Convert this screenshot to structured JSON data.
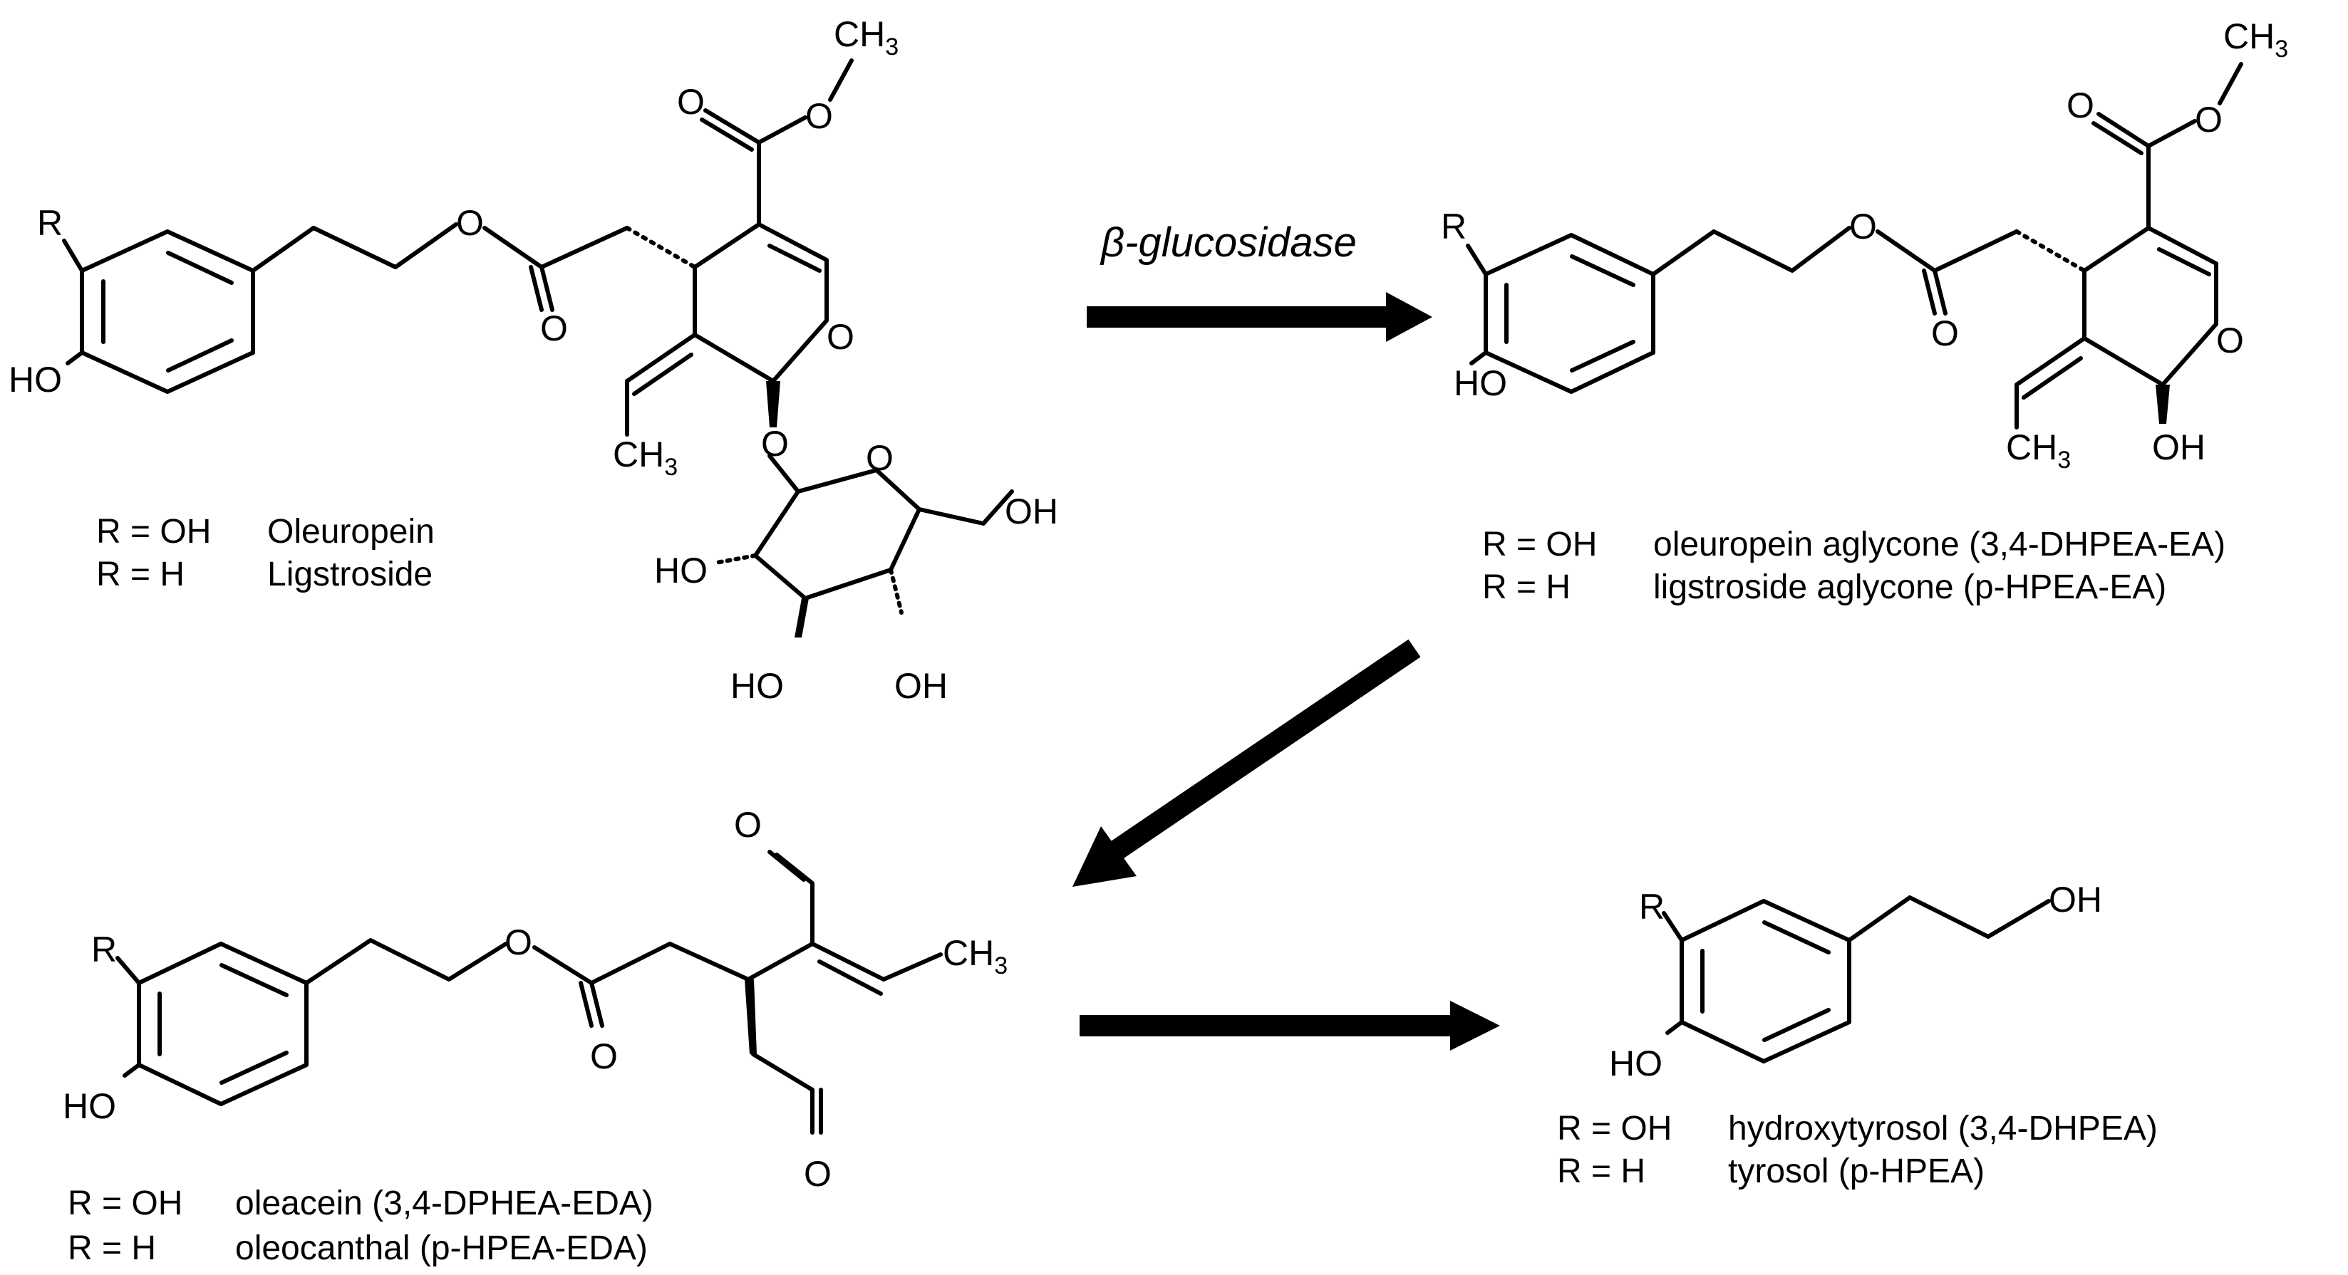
{
  "enzyme": "β-glucosidase",
  "atoms": {
    "R": "R",
    "HO": "HO",
    "OH": "OH",
    "O": "O",
    "C": "C",
    "CH": "CH",
    "H": "H",
    "sub3": "3"
  },
  "compounds": {
    "secoiridoid_glucoside": {
      "rows": [
        {
          "r": "R = OH",
          "name": "Oleuropein"
        },
        {
          "r": "R = H",
          "name": "Ligstroside"
        }
      ]
    },
    "aglycone": {
      "rows": [
        {
          "r": "R = OH",
          "name": "oleuropein aglycone (3,4-DHPEA-EA)"
        },
        {
          "r": "R = H",
          "name": "ligstroside aglycone (p-HPEA-EA)"
        }
      ]
    },
    "dialdehyde": {
      "rows": [
        {
          "r": "R = OH",
          "name": "oleacein (3,4-DPHEA-EDA)"
        },
        {
          "r": "R = H",
          "name": "oleocanthal (p-HPEA-EDA)"
        }
      ]
    },
    "phenylethanol": {
      "rows": [
        {
          "r": "R = OH",
          "name": "hydroxytyrosol (3,4-DHPEA)"
        },
        {
          "r": "R = H",
          "name": "tyrosol (p-HPEA)"
        }
      ]
    }
  }
}
